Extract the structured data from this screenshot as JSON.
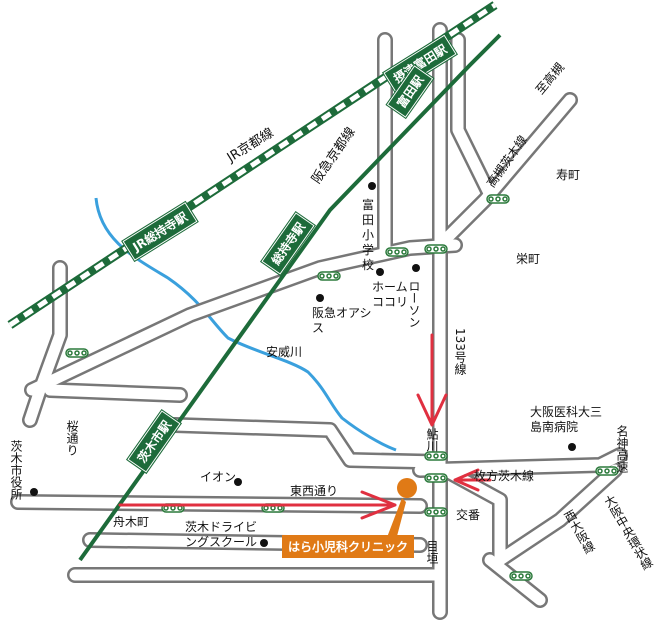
{
  "map": {
    "stations": {
      "settsu_tonda": "摂津富田駅",
      "tonda": "富田駅",
      "jr_soji": "JR総持寺駅",
      "soji": "総持寺駅",
      "ibaraki_shi": "茨木市駅"
    },
    "lines": {
      "jr_kyoto": "JR京都線",
      "hankyu_kyoto": "阪急京都線"
    },
    "roads": {
      "route_133": "133号線",
      "tozai_dori": "東西通り",
      "hirakata_ibaraki": "枚方茨木線",
      "takatsuki_ibaraki": "高槻茨木線",
      "sakura_dori": "桜通り",
      "osaka_chuo_kanjo": "大阪中央環状線",
      "to_takatsuki": "至高槻",
      "west_osaka": "西大阪線",
      "shin_meishin": "名神高速"
    },
    "river": "安威川",
    "landmarks": {
      "tonda_elem": "富田小学校",
      "home_cocori": "ホームココリ",
      "hankyu_oasis": "阪急オアシス",
      "lawson": "ローソン",
      "aeon": "イオン",
      "driving_school": "茨木ドライビングスクール",
      "city_office": "茨木市役所",
      "medical_univ": "大阪医科大三島南病院"
    },
    "areas": {
      "kotobuki": "寿町",
      "sakae": "栄町",
      "funaki": "舟木町",
      "ayukawa": "鮎川",
      "megaki": "目垣"
    },
    "police_box": "交番",
    "clinic": "はら小児科クリニック",
    "colors": {
      "rail_green": "#1d6b3a",
      "jr_dash": "#3a9c3e",
      "river_blue": "#3aa0dd",
      "route_red": "#e03040",
      "clinic_orange": "#e07a16",
      "road_gray": "#777777"
    }
  }
}
